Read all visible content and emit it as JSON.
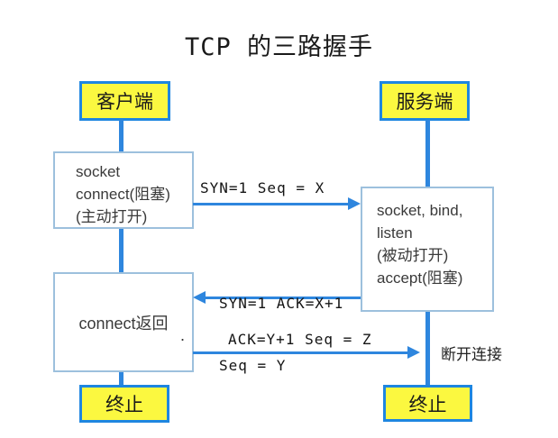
{
  "title": "TCP 的三路握手",
  "colors": {
    "accent_blue": "#2e86de",
    "endpoint_border_blue": "#1e86e0",
    "process_border_blue": "#9dc0dd",
    "endpoint_fill_yellow": "#fbf840",
    "text_dark": "#1a1a1a"
  },
  "nodes": {
    "client": {
      "label": "客户端"
    },
    "server": {
      "label": "服务端"
    },
    "client_socket": {
      "lines": [
        "socket",
        "connect(阻塞)",
        "(主动打开)"
      ]
    },
    "server_socket": {
      "lines": [
        "socket, bind,",
        "listen",
        "(被动打开)",
        "accept(阻塞)"
      ]
    },
    "connect_return": {
      "label": "connect返回"
    },
    "client_end": {
      "label": "终止"
    },
    "server_end": {
      "label": "终止"
    }
  },
  "arrows": {
    "syn": {
      "label": "SYN=1 Seq = X",
      "direction": "right"
    },
    "syn_ack": {
      "label_line1": "SYN=1 ACK=X+1",
      "label_line2": "Seq = Y",
      "direction": "left"
    },
    "ack": {
      "label": "ACK=Y+1 Seq = Z",
      "direction": "right"
    }
  },
  "annotations": {
    "disconnect": "断开连接",
    "stray_dot": "."
  }
}
